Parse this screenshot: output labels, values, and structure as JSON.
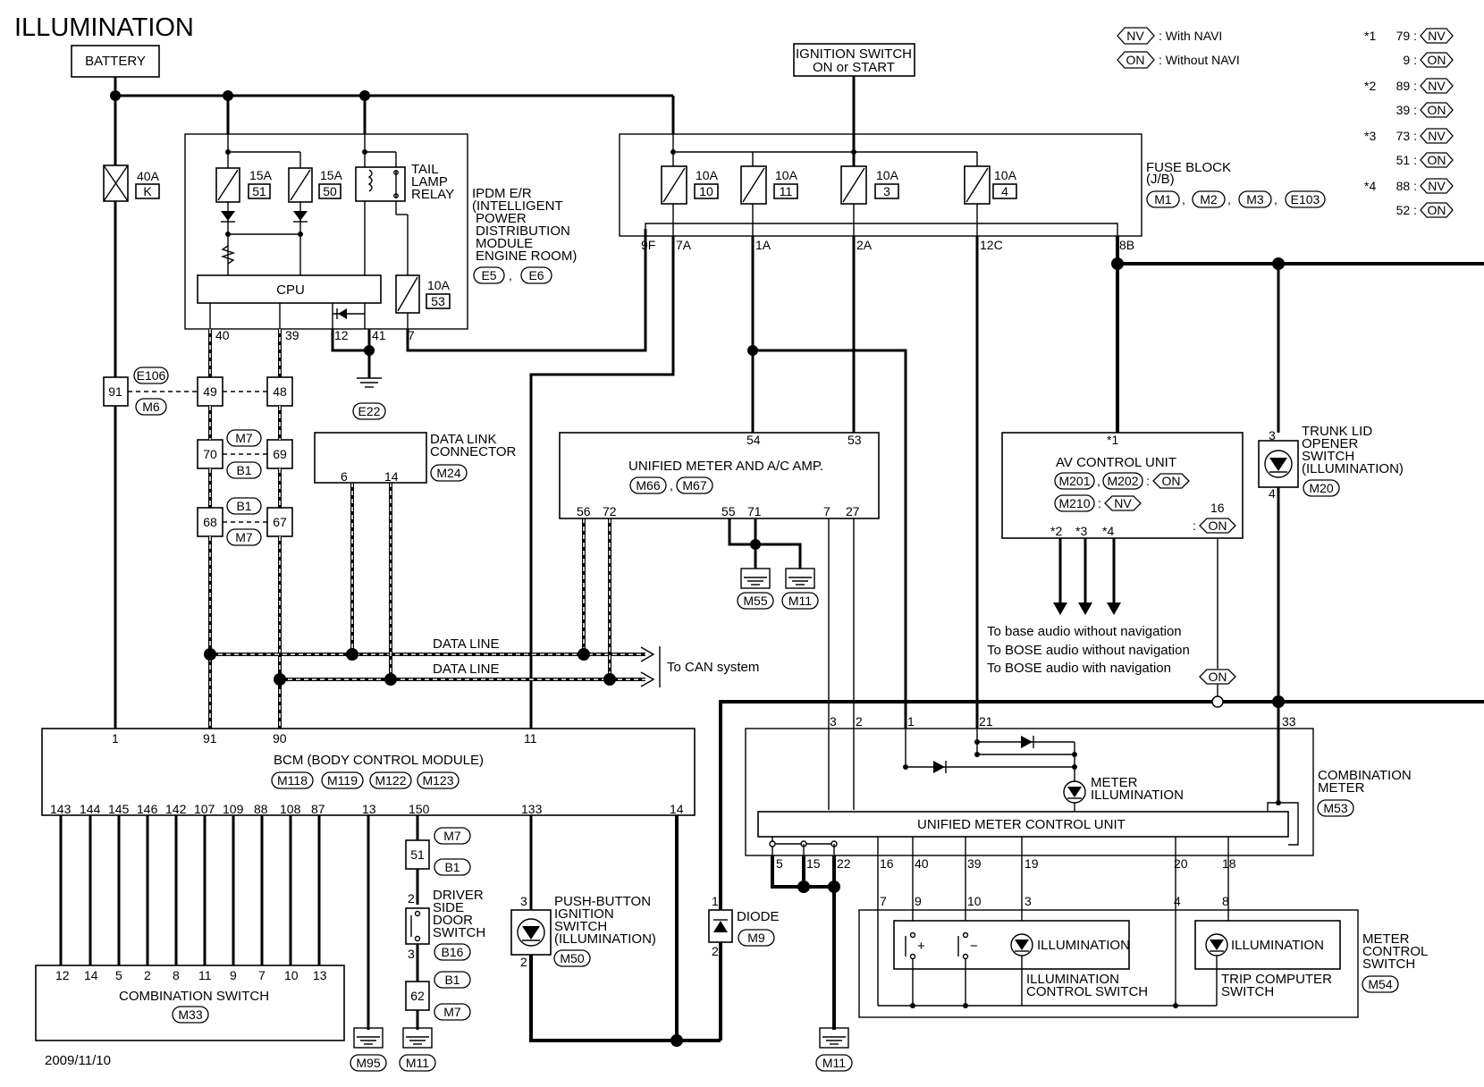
{
  "title": "ILLUMINATION",
  "date": "2009/11/10",
  "legend": {
    "nv_code": "NV",
    "nv_text": ": With NAVI",
    "on_code": "ON",
    "on_text": ": Without NAVI"
  },
  "star_notes": [
    {
      "star": "*1",
      "rows": [
        {
          "pin": "79 :",
          "code": "NV"
        },
        {
          "pin": "9 :",
          "code": "ON"
        }
      ]
    },
    {
      "star": "*2",
      "rows": [
        {
          "pin": "89 :",
          "code": "NV"
        },
        {
          "pin": "39 :",
          "code": "ON"
        }
      ]
    },
    {
      "star": "*3",
      "rows": [
        {
          "pin": "73 :",
          "code": "NV"
        },
        {
          "pin": "51 :",
          "code": "ON"
        }
      ]
    },
    {
      "star": "*4",
      "rows": [
        {
          "pin": "88 :",
          "code": "NV"
        },
        {
          "pin": "52 :",
          "code": "ON"
        }
      ]
    }
  ],
  "battery": "BATTERY",
  "ignition": {
    "line1": "IGNITION SWITCH",
    "line2": "ON or START"
  },
  "fuse_40a": {
    "rating": "40A",
    "id": "K"
  },
  "ipdm": {
    "fuses": [
      {
        "rating": "15A",
        "id": "51"
      },
      {
        "rating": "15A",
        "id": "50"
      },
      {
        "rating": "10A",
        "id": "53"
      }
    ],
    "relay": [
      "TAIL",
      "LAMP",
      "RELAY"
    ],
    "cpu": "CPU",
    "name": [
      "IPDM E/R",
      "(INTELLIGENT",
      "POWER",
      "DISTRIBUTION",
      "MODULE",
      "ENGINE ROOM)"
    ],
    "connectors": [
      "E5",
      "E6"
    ],
    "pins": [
      "40",
      "39",
      "12",
      "41",
      "7"
    ],
    "ground": "E22"
  },
  "fuse_block": {
    "name": [
      "FUSE BLOCK",
      "(J/B)"
    ],
    "connectors": [
      "M1",
      "M2",
      "M3",
      "E103"
    ],
    "fuses": [
      {
        "rating": "10A",
        "id": "10"
      },
      {
        "rating": "10A",
        "id": "11"
      },
      {
        "rating": "10A",
        "id": "3"
      },
      {
        "rating": "10A",
        "id": "4"
      }
    ],
    "pins": [
      "9F",
      "7A",
      "1A",
      "2A",
      "12C",
      "8B"
    ]
  },
  "joints": {
    "j1": {
      "left": "91",
      "tags": [
        "E106",
        "M6"
      ],
      "a": "49",
      "b": "48"
    },
    "j2": {
      "a": "70",
      "b": "69",
      "tags": [
        "M7",
        "B1"
      ]
    },
    "j3": {
      "a": "68",
      "b": "67",
      "tags": [
        "B1",
        "M7"
      ]
    }
  },
  "dlc": {
    "name": [
      "DATA LINK",
      "CONNECTOR"
    ],
    "connector": "M24",
    "pins": [
      "6",
      "14"
    ]
  },
  "meter_amp": {
    "name": "UNIFIED METER AND A/C AMP.",
    "connectors": [
      "M66",
      "M67"
    ],
    "pins_top": [
      "54",
      "53"
    ],
    "pins_bottom": [
      "56",
      "72",
      "55",
      "71",
      "7",
      "27"
    ],
    "grounds": [
      "M55",
      "M11"
    ]
  },
  "av_unit": {
    "star": "*1",
    "name": "AV CONTROL UNIT",
    "conn1": [
      "M201",
      "M202"
    ],
    "conn1_code": "ON",
    "conn2": [
      "M210"
    ],
    "conn2_code": "NV",
    "pin16": "16",
    "pin16_code": "ON",
    "outputs": [
      "*2",
      "*3",
      "*4"
    ],
    "routes": [
      "To base audio without navigation",
      "To BOSE audio without navigation",
      "To BOSE audio with navigation"
    ],
    "on_tag": "ON"
  },
  "trunk": {
    "name": [
      "TRUNK LID",
      "OPENER",
      "SWITCH",
      "(ILLUMINATION)"
    ],
    "connector": "M20",
    "pins": [
      "3",
      "4"
    ]
  },
  "data_lines": [
    "DATA LINE",
    "DATA LINE"
  ],
  "can_system": "To CAN system",
  "bcm": {
    "name": "BCM (BODY CONTROL MODULE)",
    "connectors": [
      "M118",
      "M119",
      "M122",
      "M123"
    ],
    "pins_top": [
      "1",
      "91",
      "90",
      "11"
    ],
    "pins_bottom": [
      "143",
      "144",
      "145",
      "146",
      "142",
      "107",
      "109",
      "88",
      "108",
      "87",
      "13",
      "150",
      "133",
      "14"
    ]
  },
  "combo_switch": {
    "name": "COMBINATION SWITCH",
    "connector": "M33",
    "pins": [
      "12",
      "14",
      "5",
      "2",
      "8",
      "11",
      "9",
      "7",
      "10",
      "13"
    ]
  },
  "door_switch": {
    "name": [
      "DRIVER",
      "SIDE",
      "DOOR",
      "SWITCH"
    ],
    "connector": "B16",
    "pins": [
      "2",
      "3"
    ],
    "joint_top": {
      "id": "51",
      "tags": [
        "M7",
        "B1"
      ]
    },
    "joint_bottom": {
      "id": "62",
      "tags": [
        "B1",
        "M7"
      ]
    }
  },
  "push_button": {
    "name": [
      "PUSH-BUTTON",
      "IGNITION",
      "SWITCH",
      "(ILLUMINATION)"
    ],
    "connector": "M50",
    "pins": [
      "3",
      "2"
    ]
  },
  "diode": {
    "name": "DIODE",
    "connector": "M9",
    "pins": [
      "1",
      "2"
    ]
  },
  "grounds_bottom": [
    "M95",
    "M11",
    "M11"
  ],
  "combination_meter": {
    "name": [
      "COMBINATION",
      "METER"
    ],
    "connector": "M53",
    "pins_top": [
      "3",
      "2",
      "1",
      "21",
      "33"
    ],
    "illum": [
      "METER",
      "ILLUMINATION"
    ],
    "control_unit": "UNIFIED METER CONTROL UNIT",
    "pins_bottom": [
      "5",
      "15",
      "22",
      "16",
      "40",
      "39",
      "19",
      "20",
      "18"
    ]
  },
  "meter_control_switch": {
    "name": [
      "METER",
      "CONTROL",
      "SWITCH"
    ],
    "connector": "M54",
    "pins": [
      "7",
      "9",
      "10",
      "3",
      "4",
      "8"
    ],
    "illum": "ILLUMINATION",
    "left_label": [
      "ILLUMINATION",
      "CONTROL SWITCH"
    ],
    "right_label": [
      "TRIP COMPUTER",
      "SWITCH"
    ],
    "plus": "+",
    "minus": "−"
  }
}
